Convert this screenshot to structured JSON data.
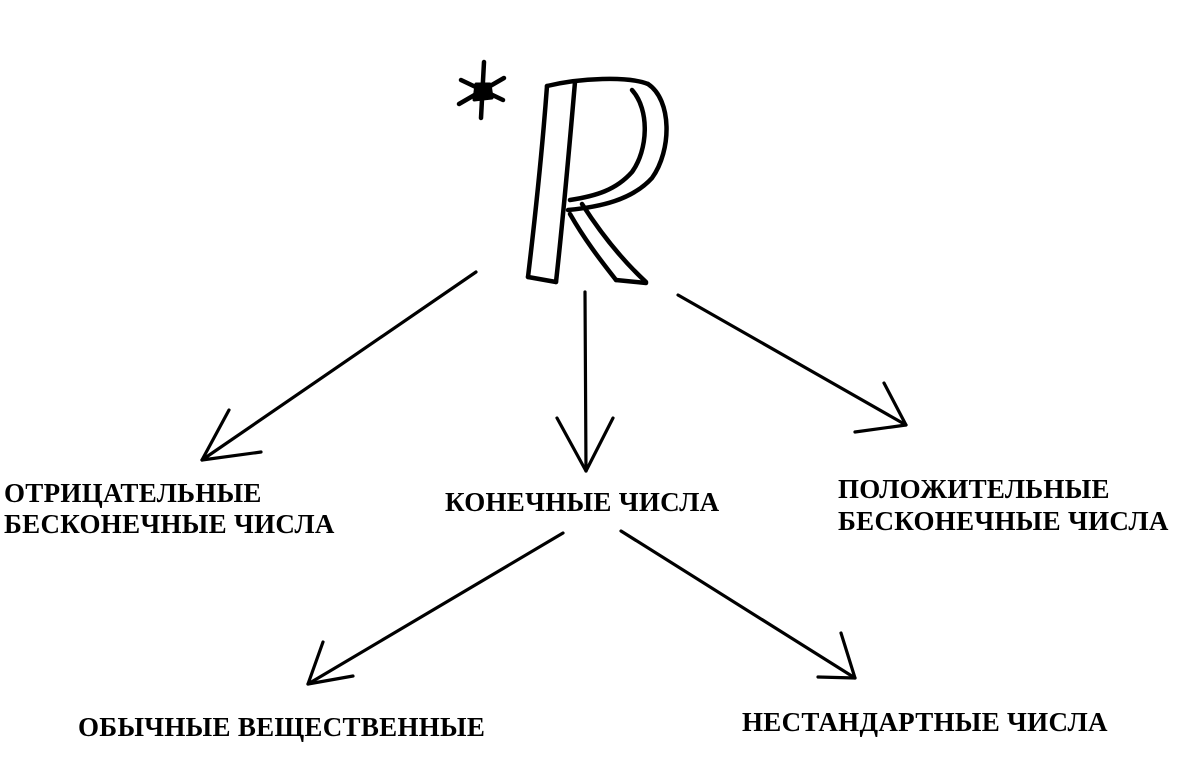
{
  "diagram": {
    "root": {
      "symbol": "*R"
    },
    "nodes": {
      "negative_infinite": {
        "line1": "ОТРИЦАТЕЛЬНЫЕ",
        "line2": "БЕСКОНЕЧНЫЕ ЧИСЛА"
      },
      "finite": {
        "label": "КОНЕЧНЫЕ ЧИСЛА"
      },
      "positive_infinite": {
        "line1": "ПОЛОЖИТЕЛЬНЫЕ",
        "line2": "БЕСКОНЕЧНЫЕ ЧИСЛА"
      },
      "ordinary_real": {
        "label": "ОБЫЧНЫЕ ВЕЩЕСТВЕННЫЕ"
      },
      "nonstandard": {
        "label": "НЕСТАНДАРТНЫЕ ЧИСЛА"
      }
    },
    "edges": [
      {
        "from": "*R",
        "to": "ОТРИЦАТЕЛЬНЫЕ БЕСКОНЕЧНЫЕ ЧИСЛА"
      },
      {
        "from": "*R",
        "to": "КОНЕЧНЫЕ ЧИСЛА"
      },
      {
        "from": "*R",
        "to": "ПОЛОЖИТЕЛЬНЫЕ БЕСКОНЕЧНЫЕ ЧИСЛА"
      },
      {
        "from": "КОНЕЧНЫЕ ЧИСЛА",
        "to": "ОБЫЧНЫЕ ВЕЩЕСТВЕННЫЕ"
      },
      {
        "from": "КОНЕЧНЫЕ ЧИСЛА",
        "to": "НЕСТАНДАРТНЫЕ ЧИСЛА"
      }
    ]
  }
}
